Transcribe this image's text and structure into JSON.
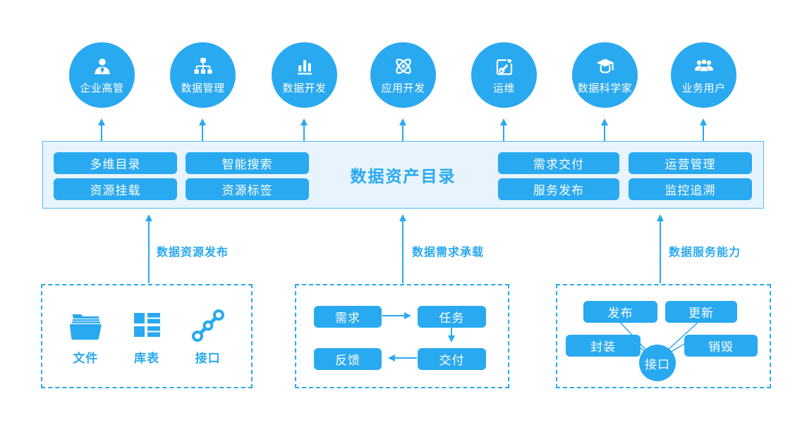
{
  "colors": {
    "primary": "#29a9f0",
    "band_bg": "#e8f4fd",
    "band_border": "#54b6f2",
    "text_on_blue": "#ffffff"
  },
  "roles": [
    {
      "label": "企业高管",
      "icon": "executive-icon"
    },
    {
      "label": "数据管理",
      "icon": "org-chart-icon"
    },
    {
      "label": "数据开发",
      "icon": "bar-chart-icon"
    },
    {
      "label": "应用开发",
      "icon": "atom-icon"
    },
    {
      "label": "运维",
      "icon": "wrench-icon"
    },
    {
      "label": "数据科学家",
      "icon": "graduation-cap-icon"
    },
    {
      "label": "业务用户",
      "icon": "users-icon"
    }
  ],
  "catalog": {
    "title": "数据资产目录",
    "left_buttons": [
      "多维目录",
      "智能搜索",
      "资源挂载",
      "资源标签"
    ],
    "right_buttons": [
      "需求交付",
      "运营管理",
      "服务发布",
      "监控追溯"
    ]
  },
  "flows": [
    {
      "label": "数据资源发布"
    },
    {
      "label": "数据需求承载"
    },
    {
      "label": "数据服务能力"
    }
  ],
  "resource_box": {
    "items": [
      {
        "label": "文件",
        "icon": "folder-icon"
      },
      {
        "label": "库表",
        "icon": "table-icon"
      },
      {
        "label": "接口",
        "icon": "api-link-icon"
      }
    ]
  },
  "demand_box": {
    "nodes": [
      "需求",
      "任务",
      "反馈",
      "交付"
    ]
  },
  "service_box": {
    "nodes": [
      "发布",
      "更新",
      "封装",
      "销毁"
    ],
    "center": "接口"
  }
}
